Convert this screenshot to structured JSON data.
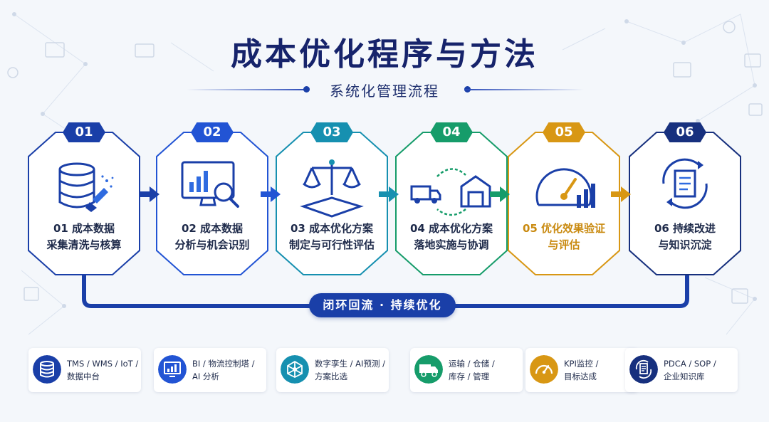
{
  "title": "成本优化程序与方法",
  "subtitle": "系统化管理流程",
  "steps": [
    {
      "num": "01",
      "line1": "01 成本数据",
      "line2": "采集清洗与核算",
      "color": "#1a3fa8",
      "text_color": "#1e2a4a",
      "icon": "database-brush-icon"
    },
    {
      "num": "02",
      "line1": "02 成本数据",
      "line2": "分析与机会识别",
      "color": "#2254d4",
      "text_color": "#1e2a4a",
      "icon": "monitor-analysis-icon"
    },
    {
      "num": "03",
      "line1": "03 成本优化方案",
      "line2": "制定与可行性评估",
      "color": "#1690b0",
      "text_color": "#1e2a4a",
      "icon": "scale-icon"
    },
    {
      "num": "04",
      "line1": "04 成本优化方案",
      "line2": "落地实施与协调",
      "color": "#169c6a",
      "text_color": "#1e2a4a",
      "icon": "truck-warehouse-icon"
    },
    {
      "num": "05",
      "line1": "05 优化效果验证",
      "line2": "与评估",
      "color": "#d89714",
      "text_color": "#c98a10",
      "icon": "gauge-icon"
    },
    {
      "num": "06",
      "line1": "06 持续改进",
      "line2": "与知识沉淀",
      "color": "#17307e",
      "text_color": "#1e2a4a",
      "icon": "cycle-document-icon"
    }
  ],
  "loop_label": "闭环回流 · 持续优化",
  "tools": [
    {
      "line1": "TMS / WMS / IoT /",
      "line2": "数据中台",
      "color": "#1a3fa8",
      "icon": "database-icon"
    },
    {
      "line1": "BI / 物流控制塔 /",
      "line2": "AI 分析",
      "color": "#2254d4",
      "icon": "chart-monitor-icon"
    },
    {
      "line1": "数字孪生 / AI预测 /",
      "line2": "方案比选",
      "color": "#1690b0",
      "icon": "network-icon"
    },
    {
      "line1": "运输 / 仓储 /",
      "line2": "库存 / 管理",
      "color": "#169c6a",
      "icon": "truck-icon"
    },
    {
      "line1": "KPI监控 /",
      "line2": "目标达成",
      "color": "#d89714",
      "icon": "gauge-icon"
    },
    {
      "line1": "PDCA / SOP /",
      "line2": "企业知识库",
      "color": "#17307e",
      "icon": "cycle-document-icon"
    }
  ]
}
